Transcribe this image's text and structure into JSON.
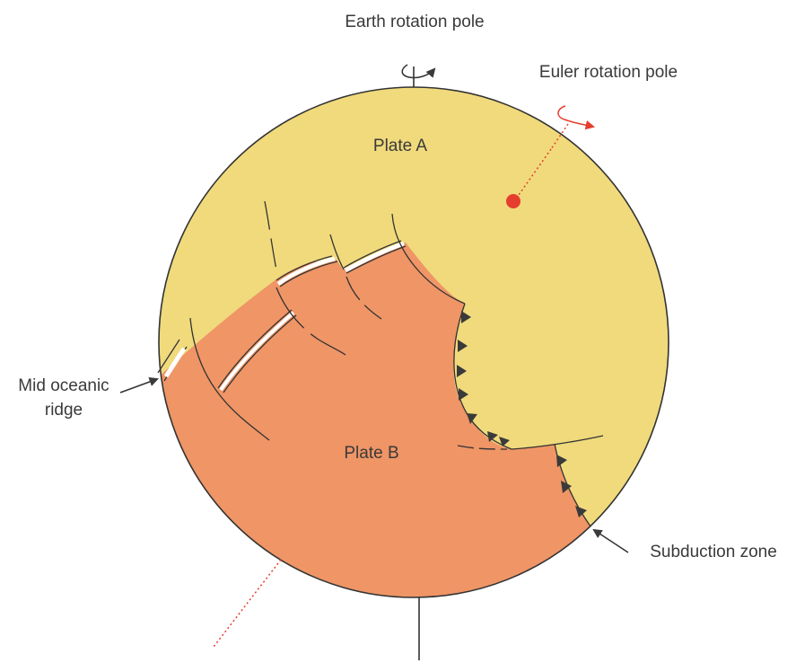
{
  "labels": {
    "earth_pole": "Earth rotation pole",
    "euler_pole": "Euler rotation pole",
    "plate_a": "Plate A",
    "plate_b": "Plate B",
    "ridge_line1": "Mid oceanic",
    "ridge_line2": "ridge",
    "subduction": "Subduction zone"
  },
  "colors": {
    "plate_a": "#f0da7c",
    "plate_b": "#ef9566",
    "euler_pole": "#e53e2e",
    "outline": "#333333",
    "teeth": "#3a3a3a"
  },
  "icons": {
    "earth_rotation_arrow": "curved-rotation-arrow-icon",
    "euler_rotation_arrow": "curved-rotation-arrow-icon",
    "leader_arrow": "arrow-icon"
  }
}
